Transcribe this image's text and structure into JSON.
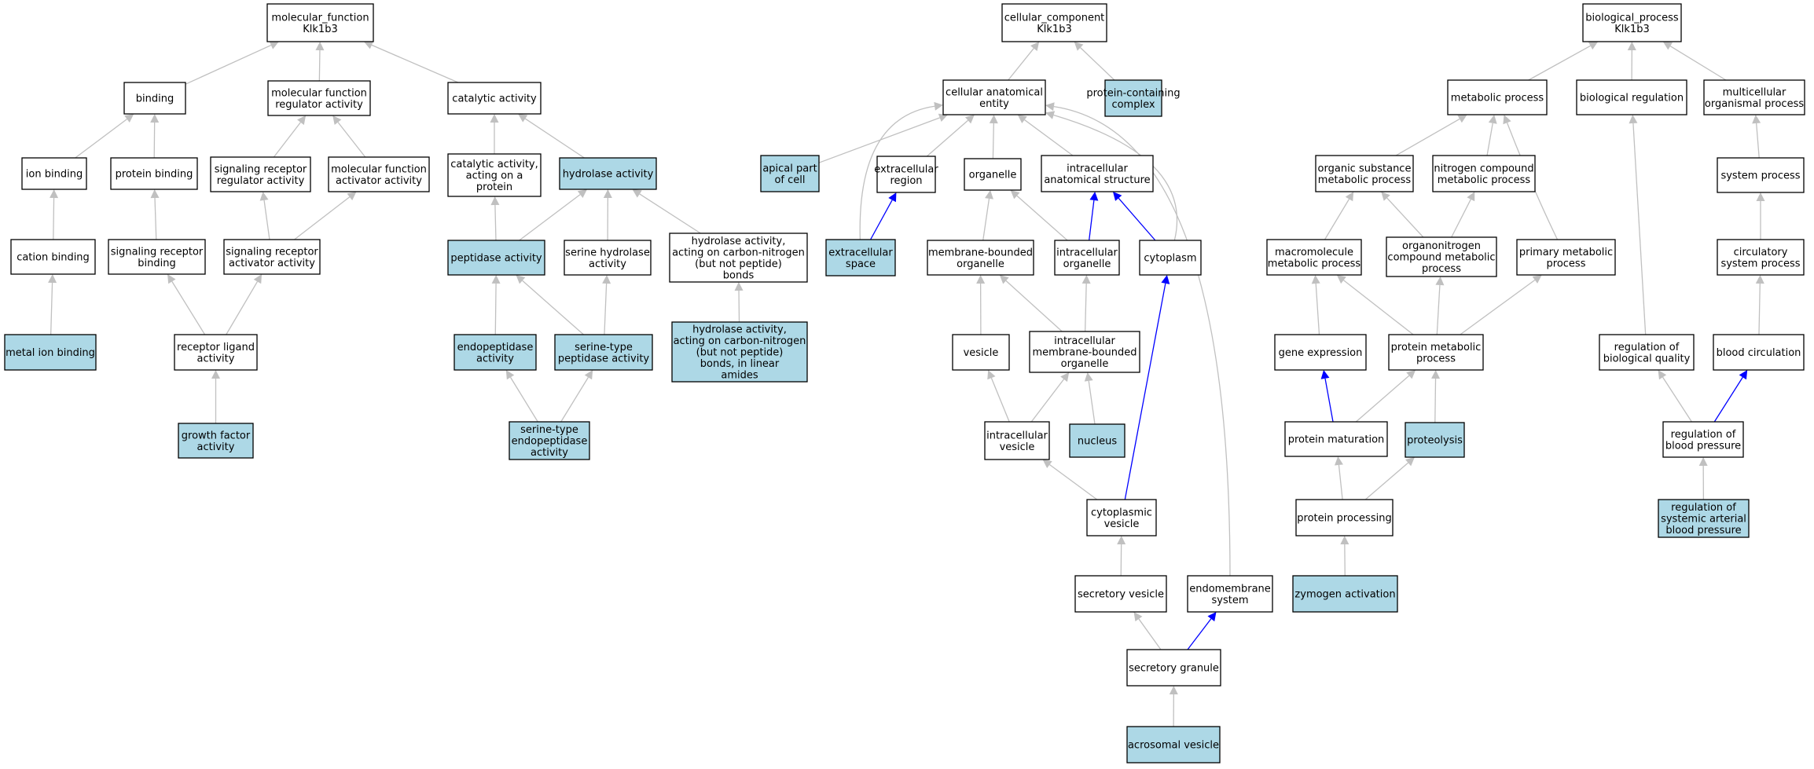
{
  "nodes": [
    {
      "id": "mf",
      "lines": [
        "molecular_function",
        "Klk1b3"
      ],
      "highlight": false
    },
    {
      "id": "binding",
      "lines": [
        "binding"
      ],
      "highlight": false
    },
    {
      "id": "mfra",
      "lines": [
        "molecular function",
        "regulator activity"
      ],
      "highlight": false
    },
    {
      "id": "catalytic",
      "lines": [
        "catalytic activity"
      ],
      "highlight": false
    },
    {
      "id": "ionbind",
      "lines": [
        "ion binding"
      ],
      "highlight": false
    },
    {
      "id": "protbind",
      "lines": [
        "protein binding"
      ],
      "highlight": false
    },
    {
      "id": "srra",
      "lines": [
        "signaling receptor",
        "regulator activity"
      ],
      "highlight": false
    },
    {
      "id": "mfaa",
      "lines": [
        "molecular function",
        "activator activity"
      ],
      "highlight": false
    },
    {
      "id": "catprot",
      "lines": [
        "catalytic activity,",
        "acting on a",
        "protein"
      ],
      "highlight": false
    },
    {
      "id": "hydrolase",
      "lines": [
        "hydrolase activity"
      ],
      "highlight": true
    },
    {
      "id": "cation",
      "lines": [
        "cation binding"
      ],
      "highlight": false
    },
    {
      "id": "srbind",
      "lines": [
        "signaling receptor",
        "binding"
      ],
      "highlight": false
    },
    {
      "id": "sraa",
      "lines": [
        "signaling receptor",
        "activator activity"
      ],
      "highlight": false
    },
    {
      "id": "peptidase",
      "lines": [
        "peptidase activity"
      ],
      "highlight": true
    },
    {
      "id": "serhyd",
      "lines": [
        "serine hydrolase",
        "activity"
      ],
      "highlight": false
    },
    {
      "id": "hydcn",
      "lines": [
        "hydrolase activity,",
        "acting on carbon-nitrogen",
        "(but not peptide)",
        "bonds"
      ],
      "highlight": false
    },
    {
      "id": "metalion",
      "lines": [
        "metal ion binding"
      ],
      "highlight": true
    },
    {
      "id": "rla",
      "lines": [
        "receptor ligand",
        "activity"
      ],
      "highlight": false
    },
    {
      "id": "endopep",
      "lines": [
        "endopeptidase",
        "activity"
      ],
      "highlight": true
    },
    {
      "id": "sertype",
      "lines": [
        "serine-type",
        "peptidase activity"
      ],
      "highlight": true
    },
    {
      "id": "hydcnlin",
      "lines": [
        "hydrolase activity,",
        "acting on carbon-nitrogen",
        "(but not peptide)",
        "bonds, in linear",
        "amides"
      ],
      "highlight": true
    },
    {
      "id": "growth",
      "lines": [
        "growth factor",
        "activity"
      ],
      "highlight": true
    },
    {
      "id": "serendo",
      "lines": [
        "serine-type",
        "endopeptidase",
        "activity"
      ],
      "highlight": true
    },
    {
      "id": "cc",
      "lines": [
        "cellular_component",
        "Klk1b3"
      ],
      "highlight": false
    },
    {
      "id": "cae",
      "lines": [
        "cellular anatomical",
        "entity"
      ],
      "highlight": false
    },
    {
      "id": "pcc",
      "lines": [
        "protein-containing",
        "complex"
      ],
      "highlight": true
    },
    {
      "id": "apical",
      "lines": [
        "apical part",
        "of cell"
      ],
      "highlight": true
    },
    {
      "id": "extreg",
      "lines": [
        "extracellular",
        "region"
      ],
      "highlight": false
    },
    {
      "id": "organelle",
      "lines": [
        "organelle"
      ],
      "highlight": false
    },
    {
      "id": "ias",
      "lines": [
        "intracellular",
        "anatomical structure"
      ],
      "highlight": false
    },
    {
      "id": "extspace",
      "lines": [
        "extracellular",
        "space"
      ],
      "highlight": true
    },
    {
      "id": "mbo",
      "lines": [
        "membrane-bounded",
        "organelle"
      ],
      "highlight": false
    },
    {
      "id": "intorg",
      "lines": [
        "intracellular",
        "organelle"
      ],
      "highlight": false
    },
    {
      "id": "cytoplasm",
      "lines": [
        "cytoplasm"
      ],
      "highlight": false
    },
    {
      "id": "vesicle",
      "lines": [
        "vesicle"
      ],
      "highlight": false
    },
    {
      "id": "imbo",
      "lines": [
        "intracellular",
        "membrane-bounded",
        "organelle"
      ],
      "highlight": false
    },
    {
      "id": "intves",
      "lines": [
        "intracellular",
        "vesicle"
      ],
      "highlight": false
    },
    {
      "id": "nucleus",
      "lines": [
        "nucleus"
      ],
      "highlight": true
    },
    {
      "id": "cytves",
      "lines": [
        "cytoplasmic",
        "vesicle"
      ],
      "highlight": false
    },
    {
      "id": "secves",
      "lines": [
        "secretory vesicle"
      ],
      "highlight": false
    },
    {
      "id": "endomem",
      "lines": [
        "endomembrane",
        "system"
      ],
      "highlight": false
    },
    {
      "id": "secgran",
      "lines": [
        "secretory granule"
      ],
      "highlight": false
    },
    {
      "id": "acro",
      "lines": [
        "acrosomal vesicle"
      ],
      "highlight": true
    },
    {
      "id": "bp",
      "lines": [
        "biological_process",
        "Klk1b3"
      ],
      "highlight": false
    },
    {
      "id": "metab",
      "lines": [
        "metabolic process"
      ],
      "highlight": false
    },
    {
      "id": "bioreg",
      "lines": [
        "biological regulation"
      ],
      "highlight": false
    },
    {
      "id": "multi",
      "lines": [
        "multicellular",
        "organismal process"
      ],
      "highlight": false
    },
    {
      "id": "osmp",
      "lines": [
        "organic substance",
        "metabolic process"
      ],
      "highlight": false
    },
    {
      "id": "ncmp",
      "lines": [
        "nitrogen compound",
        "metabolic process"
      ],
      "highlight": false
    },
    {
      "id": "sysproc",
      "lines": [
        "system process"
      ],
      "highlight": false
    },
    {
      "id": "macro",
      "lines": [
        "macromolecule",
        "metabolic process"
      ],
      "highlight": false
    },
    {
      "id": "orgn",
      "lines": [
        "organonitrogen",
        "compound metabolic",
        "process"
      ],
      "highlight": false
    },
    {
      "id": "primary",
      "lines": [
        "primary metabolic",
        "process"
      ],
      "highlight": false
    },
    {
      "id": "circsys",
      "lines": [
        "circulatory",
        "system process"
      ],
      "highlight": false
    },
    {
      "id": "geneexp",
      "lines": [
        "gene expression"
      ],
      "highlight": false
    },
    {
      "id": "protmet",
      "lines": [
        "protein metabolic",
        "process"
      ],
      "highlight": false
    },
    {
      "id": "regbq",
      "lines": [
        "regulation of",
        "biological quality"
      ],
      "highlight": false
    },
    {
      "id": "bloodcirc",
      "lines": [
        "blood circulation"
      ],
      "highlight": false
    },
    {
      "id": "protmat",
      "lines": [
        "protein maturation"
      ],
      "highlight": false
    },
    {
      "id": "proteolysis",
      "lines": [
        "proteolysis"
      ],
      "highlight": true
    },
    {
      "id": "regbp",
      "lines": [
        "regulation of",
        "blood pressure"
      ],
      "highlight": false
    },
    {
      "id": "protproc",
      "lines": [
        "protein processing"
      ],
      "highlight": false
    },
    {
      "id": "regsab",
      "lines": [
        "regulation of",
        "systemic arterial",
        "blood pressure"
      ],
      "highlight": true
    },
    {
      "id": "zymogen",
      "lines": [
        "zymogen activation"
      ],
      "highlight": true
    }
  ],
  "colors": {
    "highlight_fill": "#add8e6",
    "plain_fill": "#ffffff",
    "edge_gray": "#c0c0c0",
    "edge_blue": "#0000ff"
  }
}
